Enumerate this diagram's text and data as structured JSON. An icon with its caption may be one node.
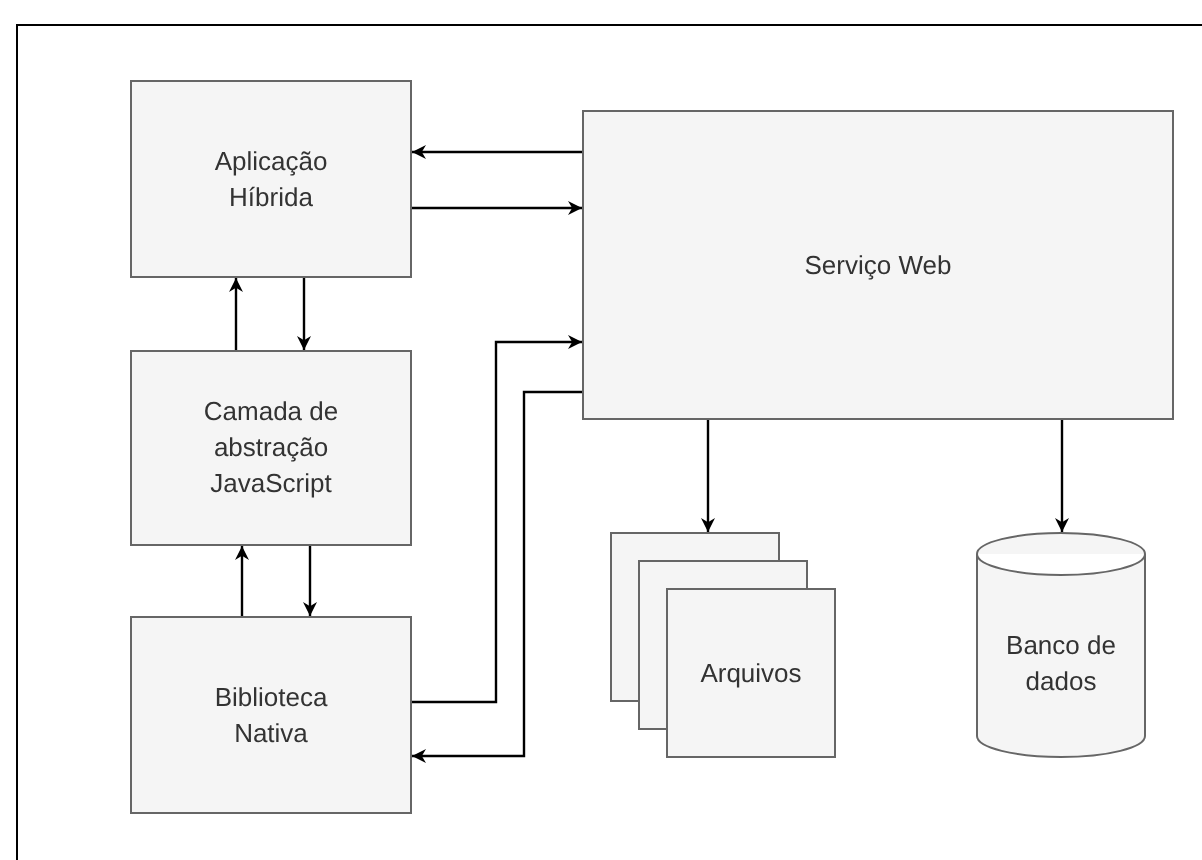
{
  "diagram": {
    "nodes": [
      {
        "text": [
          "Aplicação Híbrida"
        ]
      },
      {
        "text": [
          "Serviço Web"
        ]
      },
      {
        "text": [
          "Camada de abstração JavaScript"
        ]
      },
      {
        "text": [
          "Biblioteca Nativa"
        ]
      },
      {
        "text": [
          "Arquivos"
        ]
      },
      {
        "text": [
          "Banco de dados"
        ]
      }
    ],
    "edges": [
      {
        "from": 1,
        "to": 0,
        "arrow": "to"
      },
      {
        "from": 0,
        "to": 1,
        "arrow": "to"
      },
      {
        "from": 2,
        "to": 0,
        "arrow": "to"
      },
      {
        "from": 0,
        "to": 2,
        "arrow": "to"
      },
      {
        "from": 3,
        "to": 2,
        "arrow": "to"
      },
      {
        "from": 2,
        "to": 3,
        "arrow": "to"
      },
      {
        "from": 3,
        "to": 1,
        "arrow": "to"
      },
      {
        "from": 1,
        "to": 3,
        "arrow": "to"
      },
      {
        "from": 1,
        "to": 4,
        "arrow": "to"
      },
      {
        "from": 1,
        "to": 5,
        "arrow": "to"
      }
    ]
  }
}
